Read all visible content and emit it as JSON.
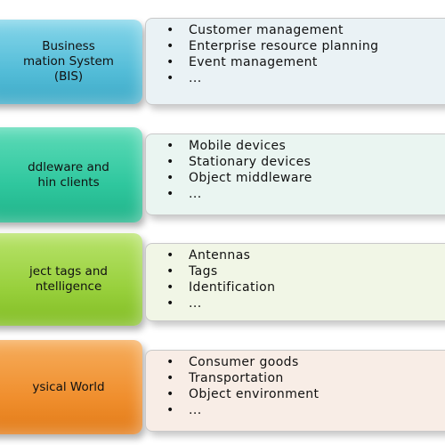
{
  "layers": [
    {
      "id": "bis",
      "label": "Business\nmation System\n(BIS)",
      "color": "#5fc3dc",
      "panel_color": "#eaf2f5",
      "items": [
        "Customer management",
        "Enterprise resource planning",
        "Event management",
        "..."
      ]
    },
    {
      "id": "middleware",
      "label": "ddleware and\nhin clients",
      "color": "#33c9a2",
      "panel_color": "#eaf5f1",
      "items": [
        "Mobile devices",
        "Stationary devices",
        "Object middleware",
        "..."
      ]
    },
    {
      "id": "tags",
      "label": "ject tags and\nntelligence",
      "color": "#9ad13f",
      "panel_color": "#f1f6e6",
      "items": [
        "Antennas",
        "Tags",
        "Identification",
        "..."
      ]
    },
    {
      "id": "physical",
      "label": "ysical World",
      "color": "#f0902f",
      "panel_color": "#f8ede6",
      "items": [
        "Consumer goods",
        "Transportation",
        "Object environment",
        "..."
      ]
    }
  ],
  "bullet_glyph": "•"
}
